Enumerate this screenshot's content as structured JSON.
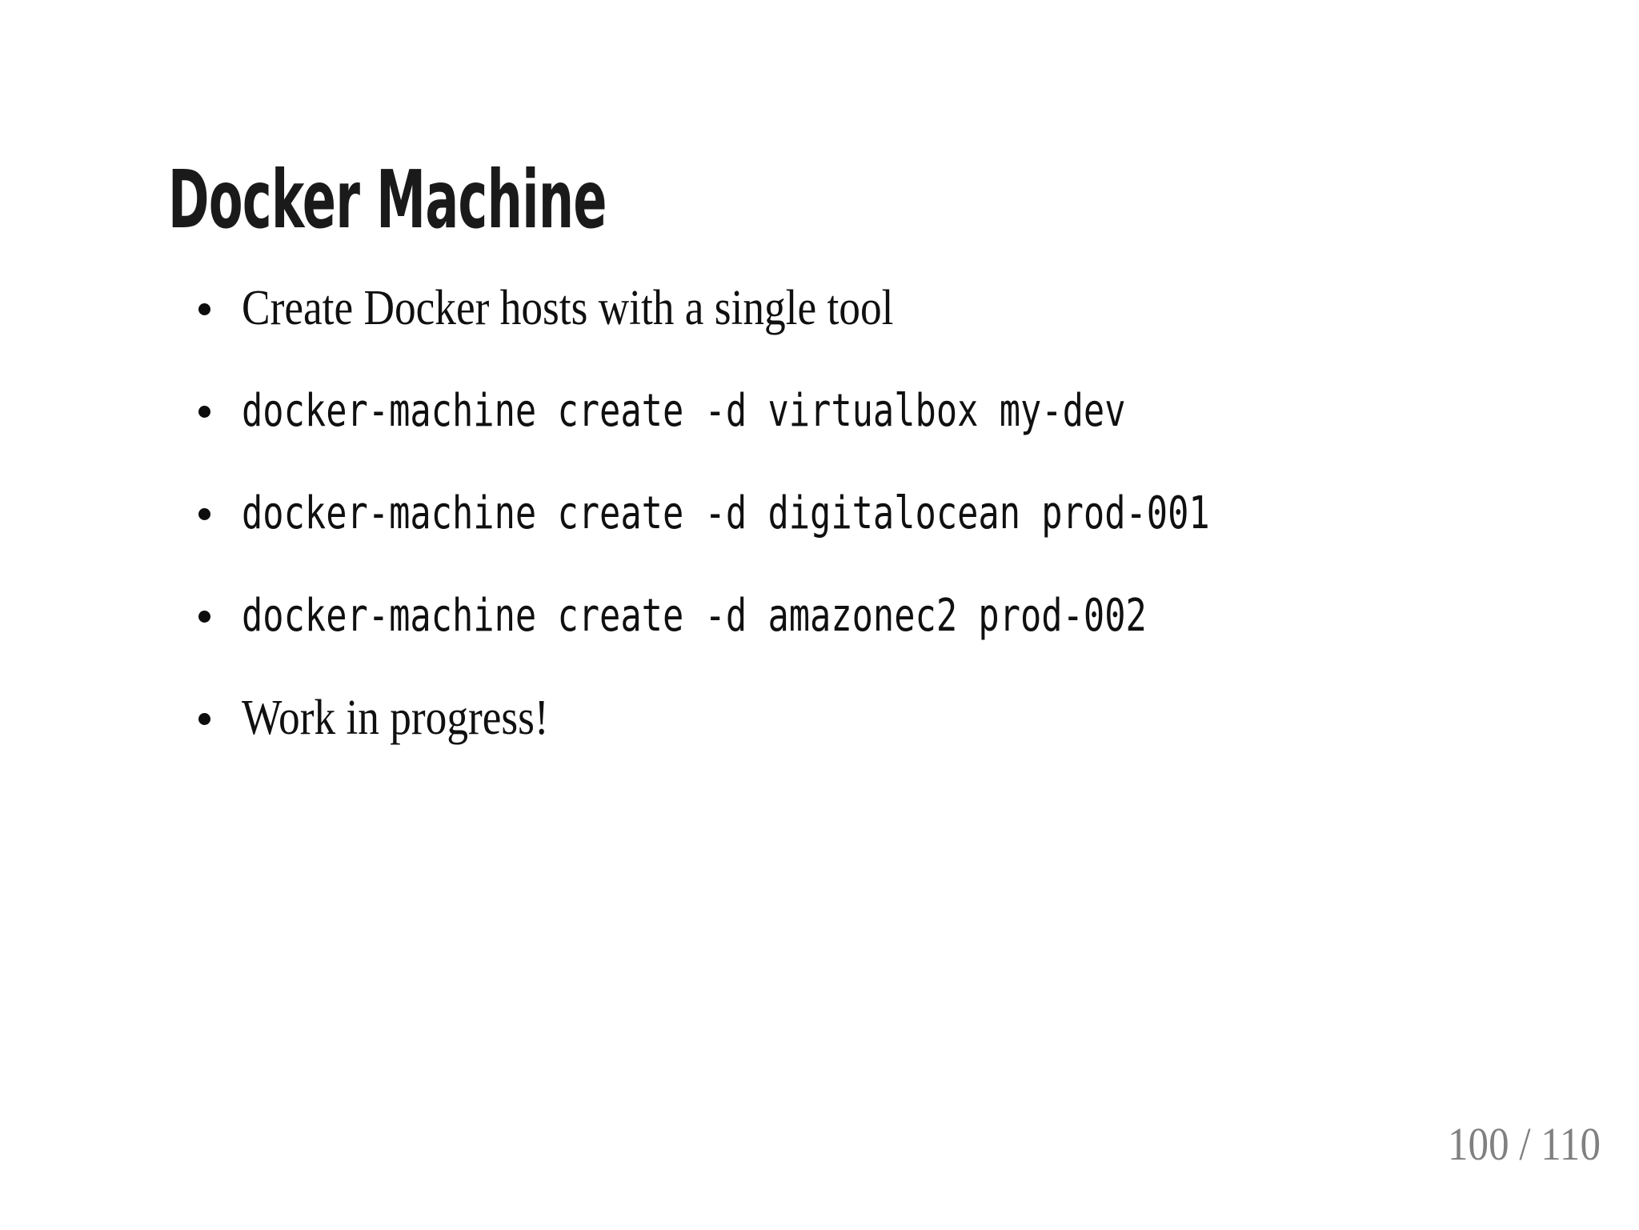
{
  "slide": {
    "title": "Docker Machine",
    "background_color": "#ffffff",
    "text_color": "#101010",
    "page_number_color": "#808080",
    "bullets": [
      {
        "text": "Create Docker hosts with a single tool",
        "style": "prose"
      },
      {
        "text": "docker-machine create -d virtualbox my-dev",
        "style": "code"
      },
      {
        "text": "docker-machine create -d digitalocean prod-001",
        "style": "code"
      },
      {
        "text": "docker-machine create -d amazonec2 prod-002",
        "style": "code"
      },
      {
        "text": "Work in progress!",
        "style": "prose"
      }
    ],
    "page_indicator": {
      "current": "100",
      "separator": "/",
      "total": "110",
      "full": "100 / 110"
    }
  }
}
